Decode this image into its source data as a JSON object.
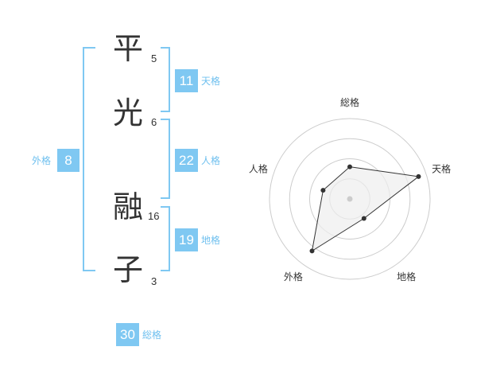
{
  "name": {
    "chars": [
      {
        "char": "平",
        "strokes": "5"
      },
      {
        "char": "光",
        "strokes": "6"
      },
      {
        "char": "融",
        "strokes": "16"
      },
      {
        "char": "子",
        "strokes": "3"
      }
    ]
  },
  "kakusu": {
    "tenkaku": {
      "value": "11",
      "label": "天格"
    },
    "jinkaku": {
      "value": "22",
      "label": "人格"
    },
    "chikaku": {
      "value": "19",
      "label": "地格"
    },
    "gaikaku": {
      "value": "8",
      "label": "外格"
    },
    "soukaku": {
      "value": "30",
      "label": "総格"
    }
  },
  "colors": {
    "accent": "#7fc8f2",
    "accent_text": "#6fc0ef",
    "text": "#333333",
    "grid": "#cccccc",
    "fill": "#eeeeee"
  },
  "chart_data": {
    "type": "radar",
    "axes": [
      "総格",
      "天格",
      "地格",
      "外格",
      "人格"
    ],
    "values": [
      0.4,
      0.9,
      0.3,
      0.8,
      0.35
    ],
    "rings": 4
  }
}
